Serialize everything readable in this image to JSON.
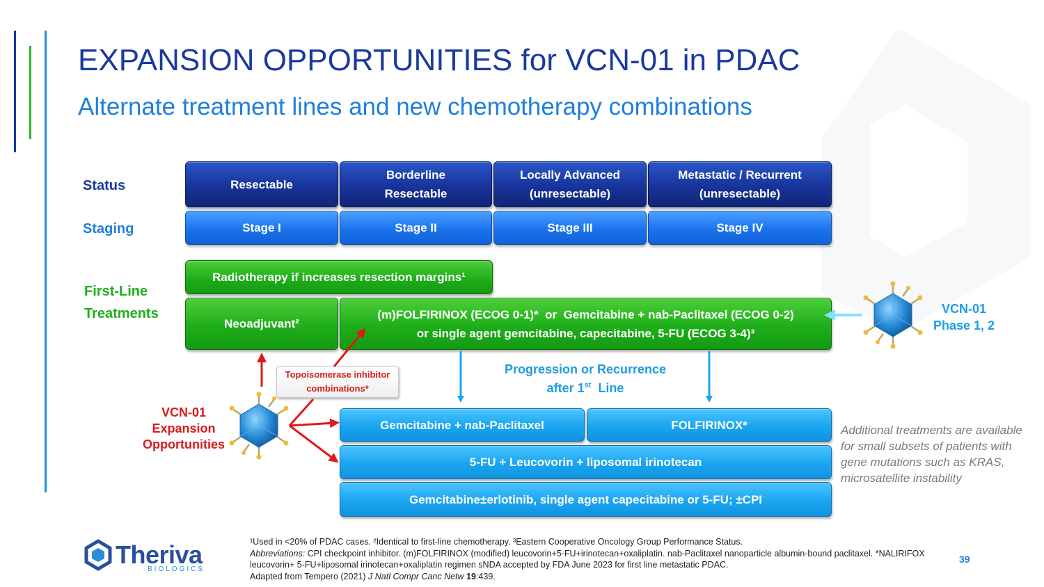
{
  "header": {
    "title": "EXPANSION OPPORTUNITIES for VCN-01 in PDAC",
    "subtitle": "Alternate treatment lines and new chemotherapy combinations"
  },
  "row_labels": {
    "status": "Status",
    "staging": "Staging",
    "first_line_1": "First-Line",
    "first_line_2": "Treatments"
  },
  "status_boxes": [
    {
      "line1": "Resectable",
      "line2": ""
    },
    {
      "line1": "Borderline",
      "line2": "Resectable"
    },
    {
      "line1": "Locally Advanced",
      "line2": "(unresectable)"
    },
    {
      "line1": "Metastatic / Recurrent",
      "line2": "(unresectable)"
    }
  ],
  "stage_boxes": [
    "Stage I",
    "Stage II",
    "Stage III",
    "Stage IV"
  ],
  "first_line": {
    "radiotherapy": "Radiotherapy if increases resection margins¹",
    "neoadjuvant": "Neoadjuvant²",
    "main_line1": "(m)FOLFIRINOX (ECOG 0-1)*  or  Gemcitabine + nab-Paclitaxel (ECOG 0-2)",
    "main_line2": "or single agent gemcitabine, capecitabine, 5-FU (ECOG 3-4)³"
  },
  "progression": {
    "line1": "Progression or Recurrence",
    "line2_pre": "after 1",
    "line2_sup": "st",
    "line2_post": "  Line"
  },
  "second_line": {
    "gem_nab": "Gemcitabine + nab-Paclitaxel",
    "folfirinox": "FOLFIRINOX*",
    "fu_leucovorin": "5-FU + Leucovorin + liposomal irinotecan",
    "gem_erlotinib": "Gemcitabine±erlotinib, single agent capecitabine or 5-FU; ±CPI"
  },
  "topoisomerase": {
    "line1": "Topoisomerase inhibitor",
    "line2": "combinations*"
  },
  "vcn_right": {
    "line1": "VCN-01",
    "line2": "Phase 1, 2"
  },
  "vcn_left": {
    "line1": "VCN-01",
    "line2": "Expansion",
    "line3": "Opportunities"
  },
  "additional_note": "Additional treatments are available for small subsets of patients with gene mutations such as KRAS, microsatellite instability",
  "footnotes": {
    "line1": "¹Used in <20% of PDAC cases. ²Identical to first-line chemotherapy. ³Eastern Cooperative Oncology Group Performance Status.",
    "abbrev_label": "Abbreviations:",
    "abbrev_text": " CPI checkpoint inhibitor. (m)FOLFIRINOX (modified) leucovorin+5-FU+irinotecan+oxaliplatin. nab-Paclitaxel nanoparticle albumin-bound paclitaxel. *NALIRIFOX leucovorin+ 5-FU+liposomal irinotecan+oxaliplatin regimen sNDA accepted by FDA June 2023 for first line metastatic PDAC.",
    "adapted_pre": "Adapted from Tempero (2021) ",
    "adapted_journal": "J Natl Compr Canc Netw",
    "adapted_vol": " 19",
    "adapted_post": ":439."
  },
  "logo": {
    "word": "Theriva",
    "sub": "BIOLOGICS"
  },
  "page_number": "39",
  "colors": {
    "title_navy": "#1a3a9c",
    "subtitle_blue": "#1f7fd9",
    "status_navy": "#17349a",
    "stage_blue": "#1a73ee",
    "green": "#1fae1a",
    "cyan": "#1aa5f0",
    "red": "#d81c1c"
  }
}
